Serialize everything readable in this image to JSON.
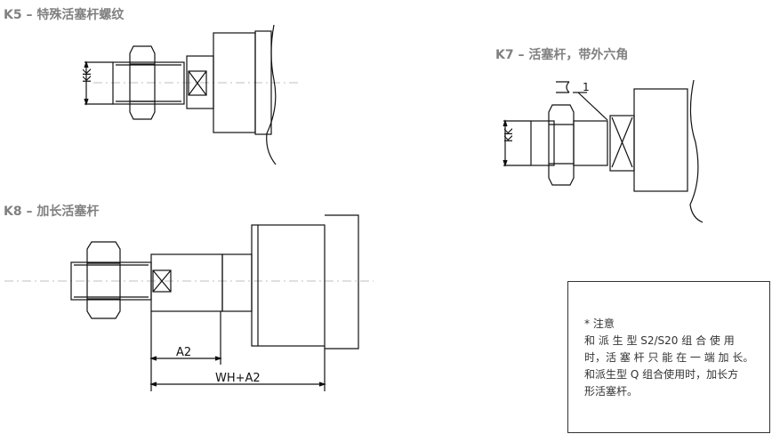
{
  "k5": {
    "title": "K5 – 特殊活塞杆螺纹",
    "dim": "KK"
  },
  "k7": {
    "title": "K7 – 活塞杆，带外六角",
    "dim": "KK",
    "wrench_label": "1"
  },
  "k8": {
    "title": "K8 – 加长活塞杆",
    "dim_a2": "A2",
    "dim_wh": "WH+A2"
  },
  "note": {
    "heading": "* 注意",
    "lines": [
      "和 派 生 型 S2/S20 组 合 使 用",
      "时，活 塞 杆 只 能 在 一 端 加 长。",
      "和派生型 Q 组合使用时，加长方",
      "形活塞杆。"
    ]
  }
}
